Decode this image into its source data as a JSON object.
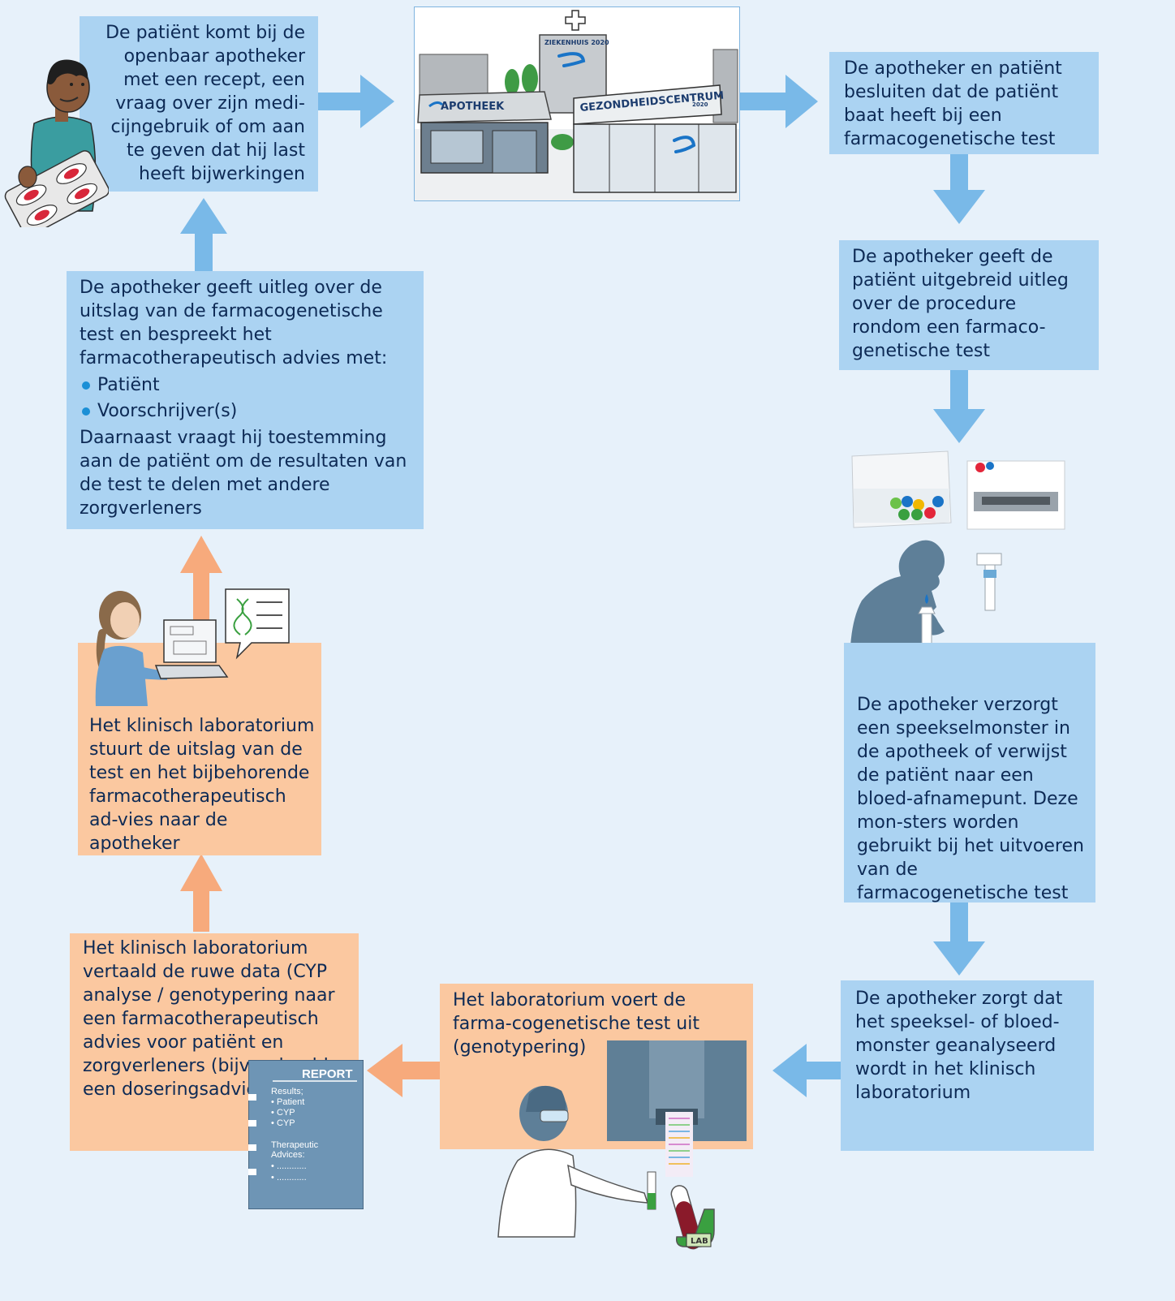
{
  "steps": {
    "step1": "De patiënt komt bij de openbaar apotheker met een recept, een vraag over zijn medi-cijngebruik of om aan te geven dat hij last heeft bijwerkingen",
    "step2": "De apotheker en patiënt besluiten dat de patiënt baat heeft bij een farmacogenetische test",
    "step3": "De apotheker geeft de patiënt uitgebreid uitleg over de procedure rondom een farmaco-genetische test",
    "step4": "De apotheker verzorgt een speekselmonster in de apotheek of verwijst de patiënt naar een bloed-afnamepunt. Deze mon-sters worden gebruikt bij het uitvoeren van de farmacogenetische test",
    "step5": "De apotheker zorgt dat het speeksel- of bloed-monster geanalyseerd wordt in het klinisch laboratorium",
    "step6": "Het laboratorium voert de farma-cogenetische test uit (genotypering)",
    "step7": "Het klinisch laboratorium vertaald de ruwe data (CYP analyse / genotypering naar een farmacotherapeutisch advies voor patiënt en zorgverleners (bijvoorbeeld een doseringsadvies)",
    "step8": "Het klinisch laboratorium stuurt de uitslag van de test en het bijbehorende farmacotherapeutisch ad-vies naar de apotheker",
    "step9": {
      "intro": "De apotheker geeft uitleg over de uitslag van de farmacogenetische test en bespreekt het farmacotherapeutisch advies met:",
      "bullets": [
        "Patiënt",
        "Voorschrijver(s)"
      ],
      "outro": "Daarnaast vraagt hij toestemming aan de patiënt om de resultaten van de test te delen met andere zorgverleners"
    }
  },
  "illustration": {
    "sign_hospital": "ZIEKENHUIS 2020",
    "sign_pharmacy": "APOTHEEK",
    "sign_health_center": "GEZONDHEIDSCENTRUM",
    "sign_year": "2020"
  },
  "report": {
    "title": "REPORT",
    "results_label": "Results;",
    "results_items": [
      "Patient",
      "CYP",
      "CYP"
    ],
    "advices_label_1": "Therapeutic",
    "advices_label_2": "Advices:",
    "advice_placeholder": "............"
  },
  "lab_label": "LAB",
  "colors": {
    "background": "#e7f1fa",
    "blue_box": "#abd3f2",
    "orange_box": "#fbc8a0",
    "blue_arrow": "#79b9e8",
    "orange_arrow": "#f7aa7c",
    "text": "#0d2a55",
    "bullet": "#1b8fd6"
  }
}
